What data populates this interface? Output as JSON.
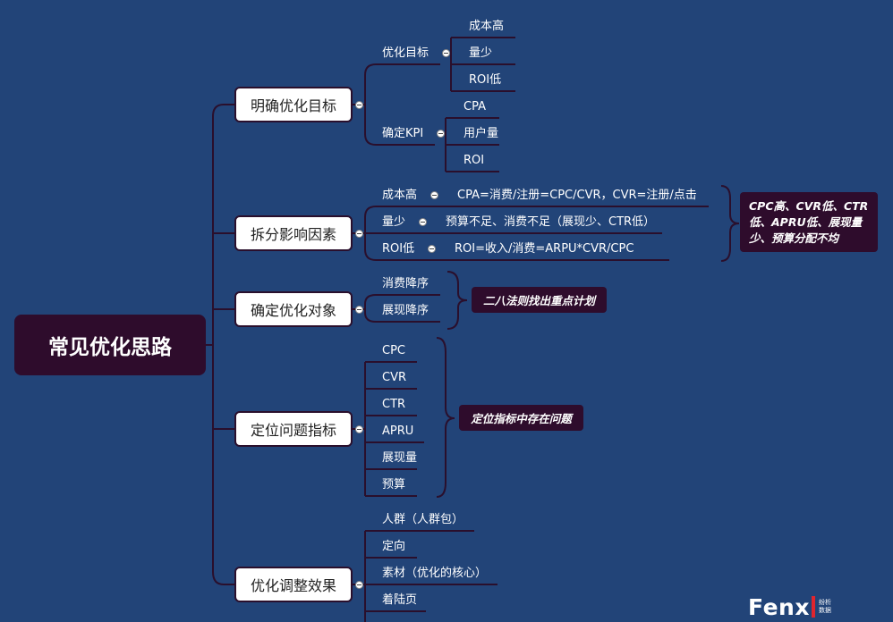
{
  "diagram": {
    "root": "常见优化思路",
    "branches": [
      {
        "label": "明确优化目标",
        "groups": [
          {
            "label": "优化目标",
            "items": [
              "成本高",
              "量少",
              "ROI低"
            ]
          },
          {
            "label": "确定KPI",
            "items": [
              "CPA",
              "用户量",
              "ROI"
            ]
          }
        ]
      },
      {
        "label": "拆分影响因素",
        "pairs": [
          {
            "label": "成本高",
            "detail": "CPA=消费/注册=CPC/CVR，CVR=注册/点击"
          },
          {
            "label": "量少",
            "detail": "预算不足、消费不足（展现少、CTR低）"
          },
          {
            "label": "ROI低",
            "detail": "ROI=收入/消费=ARPU*CVR/CPC"
          }
        ],
        "note": "CPC高、CVR低、CTR低、APRU低、展现量少、预算分配不均"
      },
      {
        "label": "确定优化对象",
        "items": [
          "消费降序",
          "展现降序"
        ],
        "note": "二八法则找出重点计划"
      },
      {
        "label": "定位问题指标",
        "items": [
          "CPC",
          "CVR",
          "CTR",
          "APRU",
          "展现量",
          "预算"
        ],
        "note": "定位指标中存在问题"
      },
      {
        "label": "优化调整效果",
        "items": [
          "人群（人群包）",
          "定向",
          "素材（优化的核心）",
          "着陆页"
        ]
      }
    ]
  },
  "brand": {
    "name": "Fenx",
    "tagline": "纷析数据"
  },
  "colors": {
    "background": "#224478",
    "node_border": "#2a0f2c",
    "note_bg": "#2e0c2c",
    "brand_red": "#e0252e"
  }
}
